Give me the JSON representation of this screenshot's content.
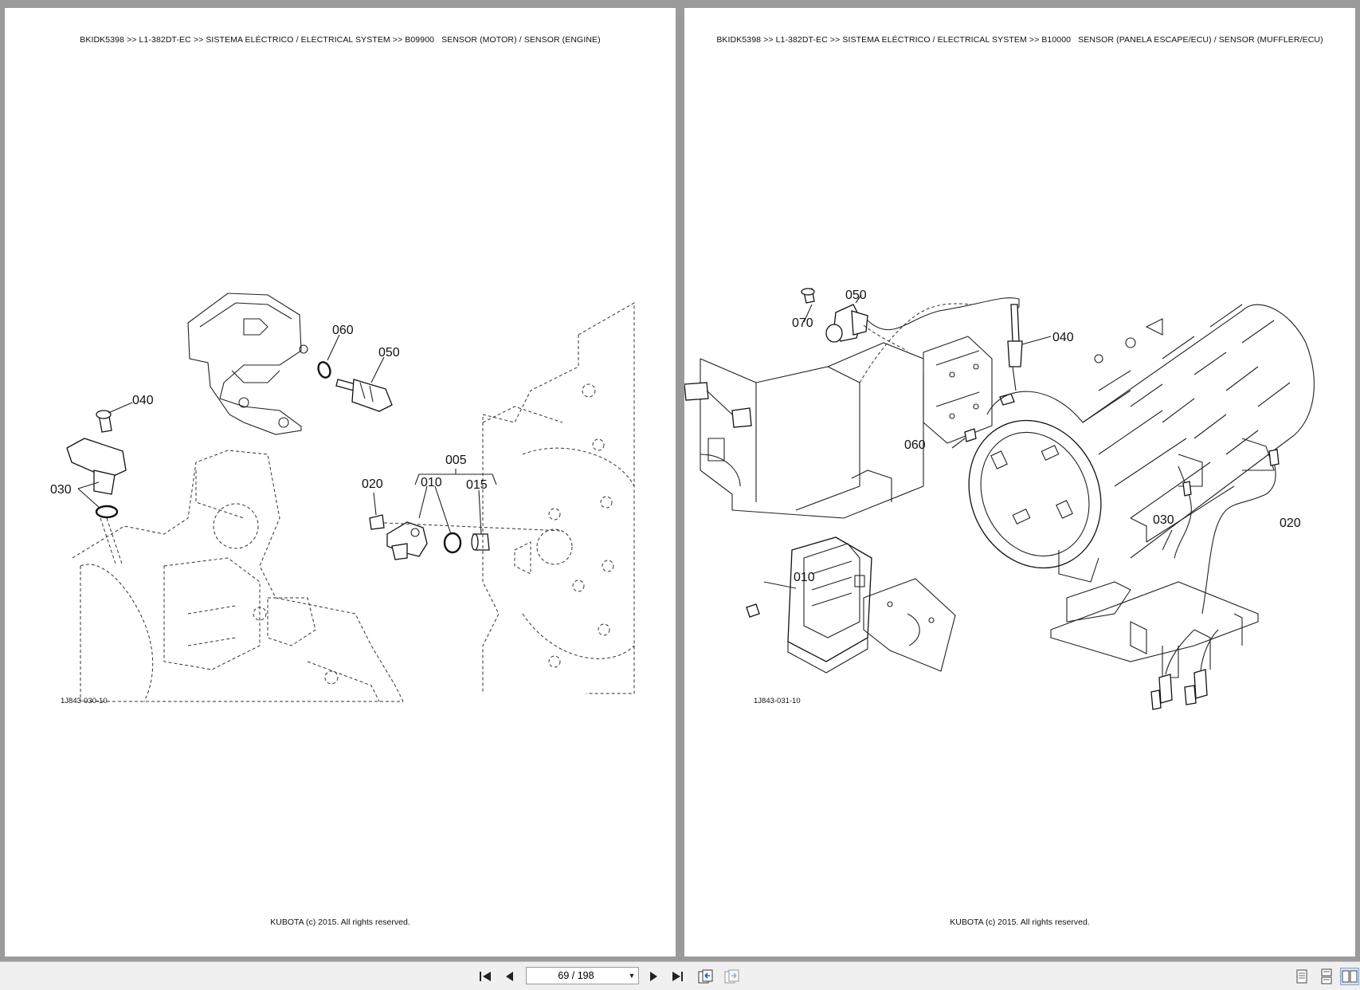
{
  "viewer": {
    "page_indicator": "69 / 198"
  },
  "left_page": {
    "header": "BKIDK5398 >> L1-382DT-EC >> SISTEMA ELÉCTRICO / ELECTRICAL SYSTEM >> B09900   SENSOR (MOTOR) / SENSOR (ENGINE)",
    "figure_id": "1J843-030-10",
    "callouts": [
      "060",
      "050",
      "040",
      "030",
      "005",
      "020",
      "010",
      "015"
    ],
    "footer": "KUBOTA (c) 2015. All rights reserved."
  },
  "right_page": {
    "header": "BKIDK5398 >> L1-382DT-EC >> SISTEMA ELÉCTRICO / ELECTRICAL SYSTEM >> B10000   SENSOR (PANELA ESCAPE/ECU) / SENSOR (MUFFLER/ECU)",
    "figure_id": "1J843-031-10",
    "callouts": [
      "050",
      "070",
      "040",
      "060",
      "030",
      "020",
      "010"
    ],
    "footer": "KUBOTA (c) 2015. All rights reserved."
  },
  "toolbar": {
    "icons": {
      "first": "first-page-icon",
      "prev": "previous-page-icon",
      "next": "next-page-icon",
      "last": "last-page-icon",
      "back": "go-back-icon",
      "forward": "go-forward-icon",
      "single": "single-page-view-icon",
      "continuous": "continuous-view-icon",
      "facing": "facing-pages-view-icon"
    }
  }
}
